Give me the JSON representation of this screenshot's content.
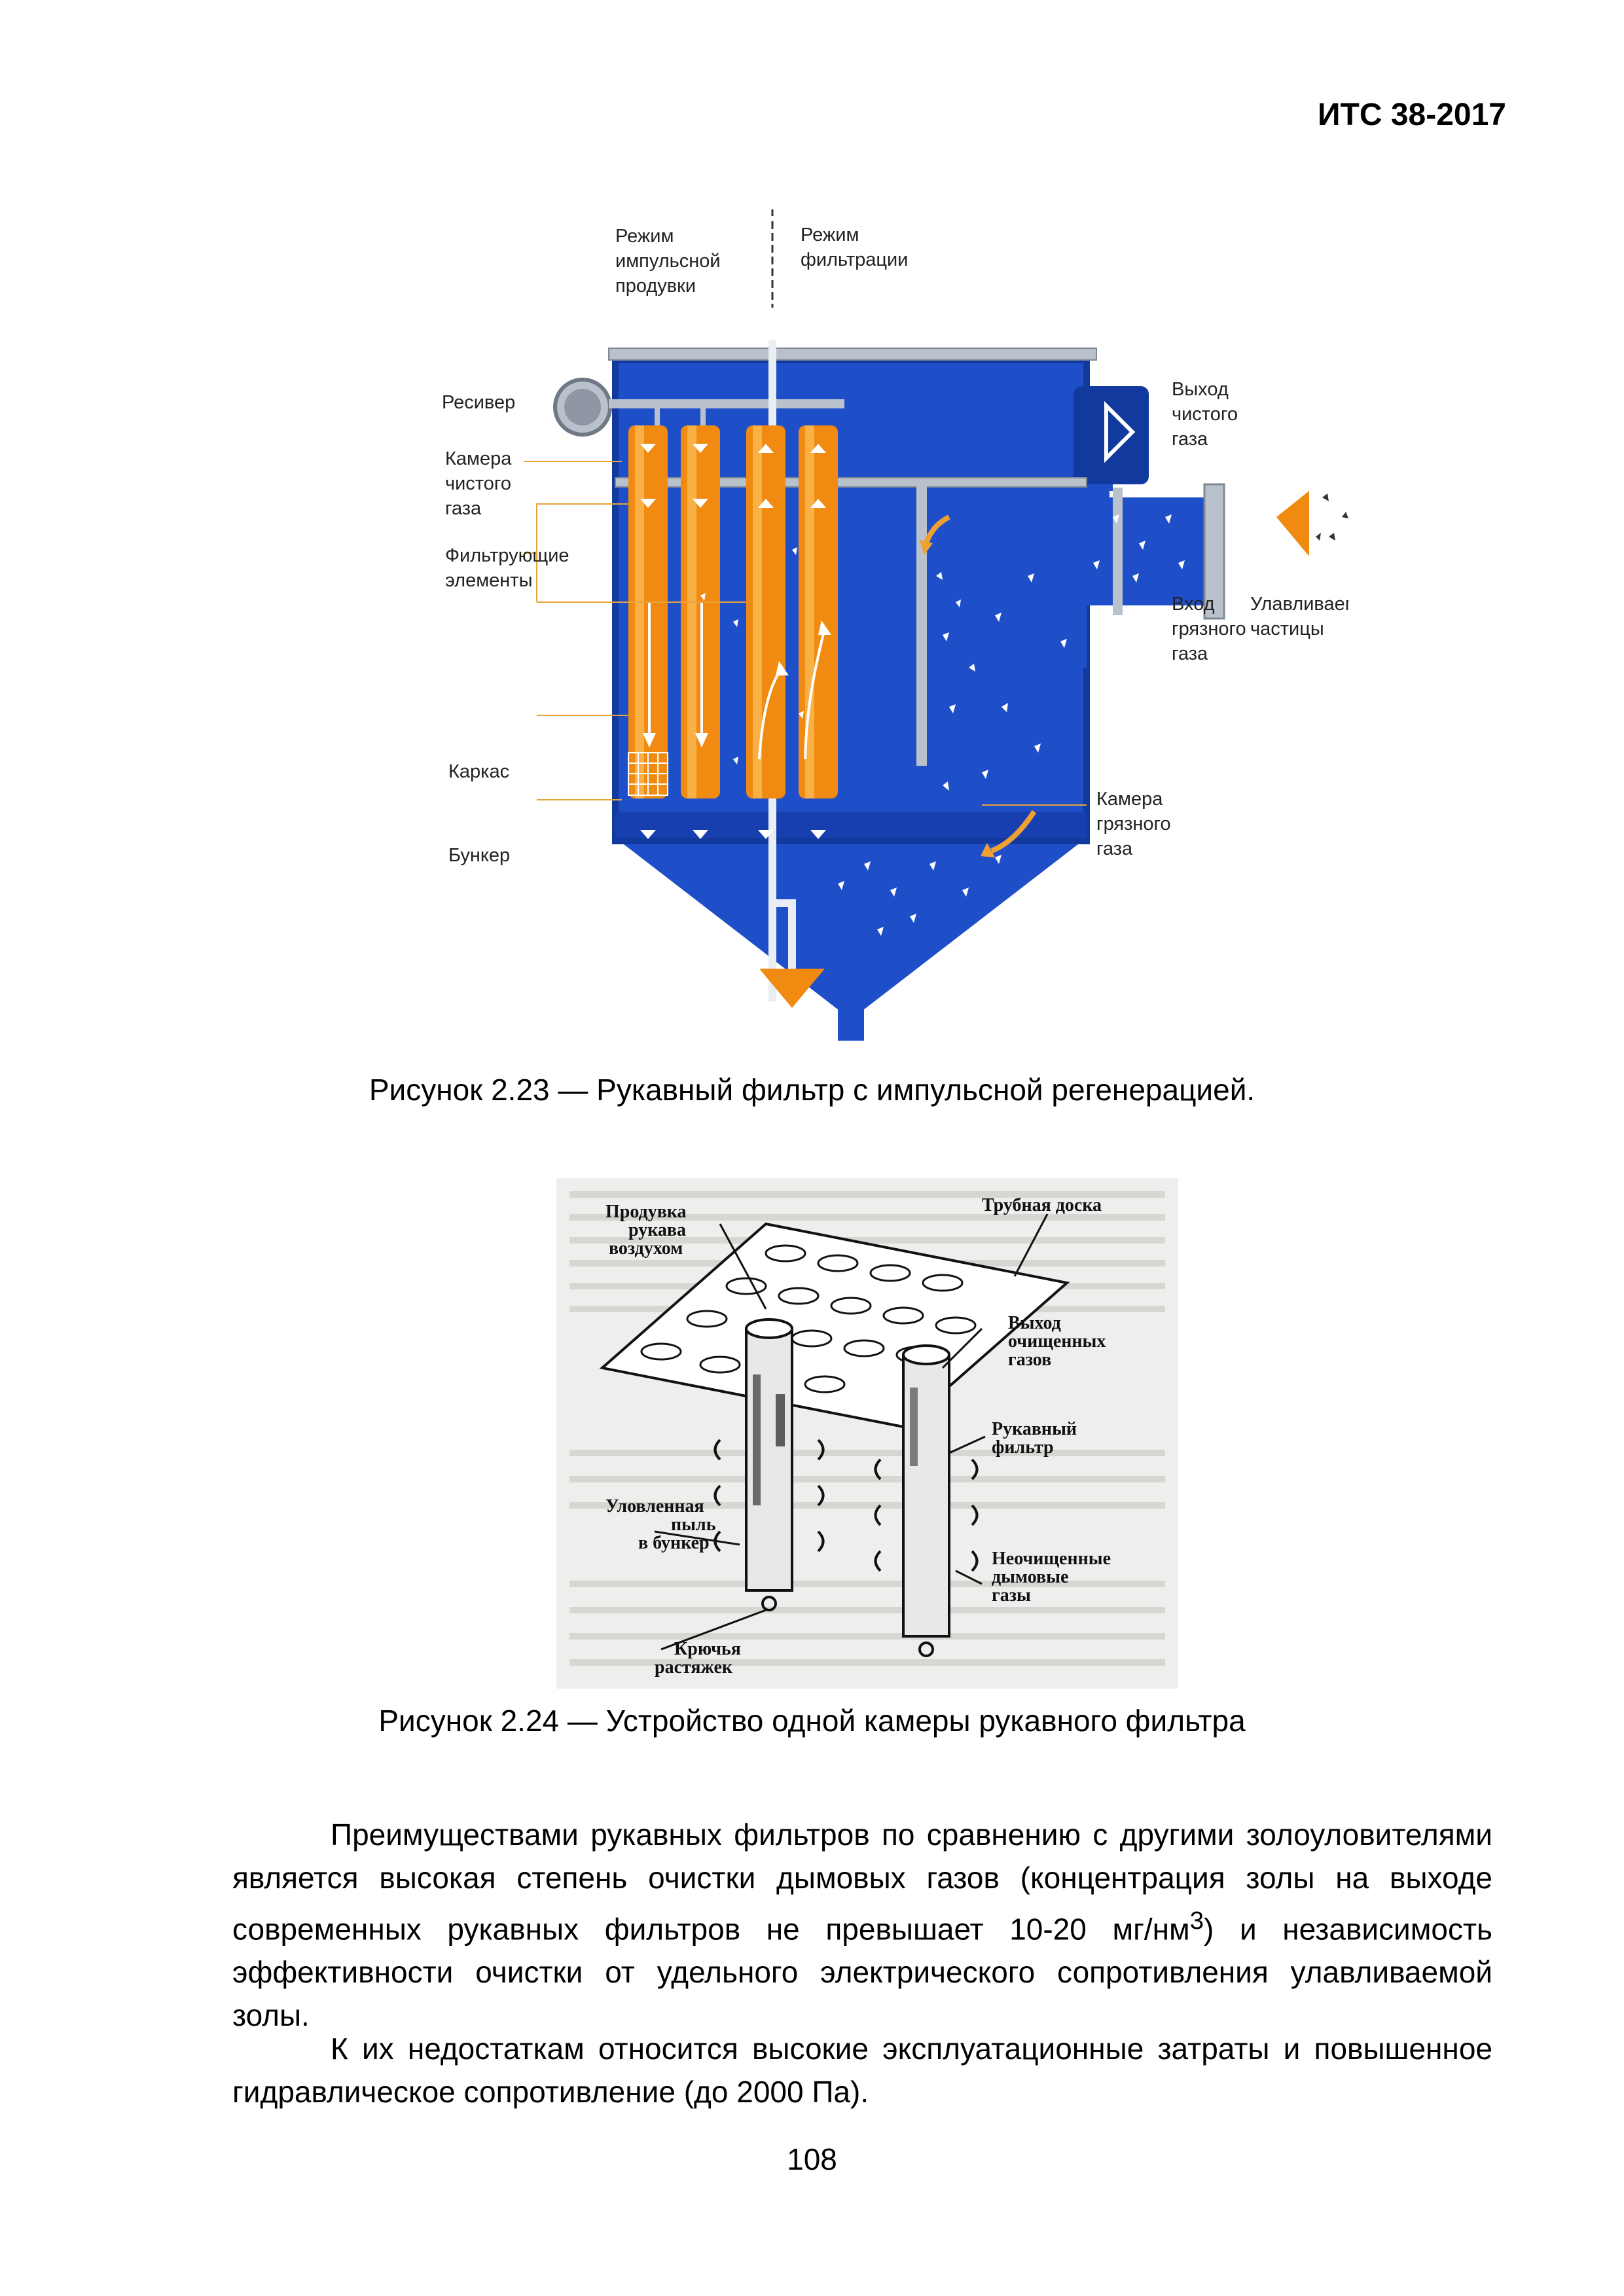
{
  "header": {
    "doc_code": "ИТС 38-2017"
  },
  "figure1": {
    "caption": "Рисунок 2.23 — Рукавный фильтр с импульсной регенерацией.",
    "labels": {
      "mode_pulse_1": "Режим",
      "mode_pulse_2": "импульсной",
      "mode_pulse_3": "продувки",
      "mode_filter_1": "Режим",
      "mode_filter_2": "фильтрации",
      "receiver": "Ресивер",
      "clean_chamber_1": "Камера",
      "clean_chamber_2": "чистого",
      "clean_chamber_3": "газа",
      "filter_elements_1": "Фильтрующие",
      "filter_elements_2": "элементы",
      "frame": "Каркас",
      "hopper": "Бункер",
      "clean_out_1": "Выход",
      "clean_out_2": "чистого",
      "clean_out_3": "газа",
      "dirty_in_1": "Вход",
      "dirty_in_2": "грязного",
      "dirty_in_3": "газа",
      "particles_1": "Улавливаемые",
      "particles_2": "частицы",
      "dirty_chamber_1": "Камера",
      "dirty_chamber_2": "грязного",
      "dirty_chamber_3": "газа"
    }
  },
  "figure2": {
    "caption": "Рисунок 2.24 — Устройство одной камеры рукавного фильтра",
    "labels": {
      "blow_1": "Продувка",
      "blow_2": "рукава",
      "blow_3": "воздухом",
      "tube_sheet": "Трубная доска",
      "outlet_1": "Выход",
      "outlet_2": "очищенных",
      "outlet_3": "газов",
      "bag_1": "Рукавный",
      "bag_2": "фильтр",
      "dust_1": "Уловленная",
      "dust_2": "пыль",
      "dust_3": "в бункер",
      "flue_1": "Неочищенные",
      "flue_2": "дымовые",
      "flue_3": "газы",
      "hooks_1": "Крючья",
      "hooks_2": "растяжек"
    }
  },
  "body": {
    "p1_a": "Преимуществами рукавных фильтров по сравнению с другими золоуловителями является высокая степень очистки дымовых газов (концентрация золы на выходе современных рукавных фильтров не превышает 10-20 мг/нм",
    "p1_sup": "3",
    "p1_b": ") и независимость эффективности очистки от удельного электрического сопротивления улавливаемой золы.",
    "p2": "К их недостаткам относится высокие эксплуатационные затраты и повышенное гидравлическое сопротивление (до 2000 Па)."
  },
  "footer": {
    "page_number": "108"
  },
  "colors": {
    "housing_blue": "#1f4fc8",
    "dark_blue": "#123a9e",
    "filter_orange": "#f08a10",
    "pipe_gray": "#b9c1cc",
    "leader_orange": "#e8a33a"
  }
}
